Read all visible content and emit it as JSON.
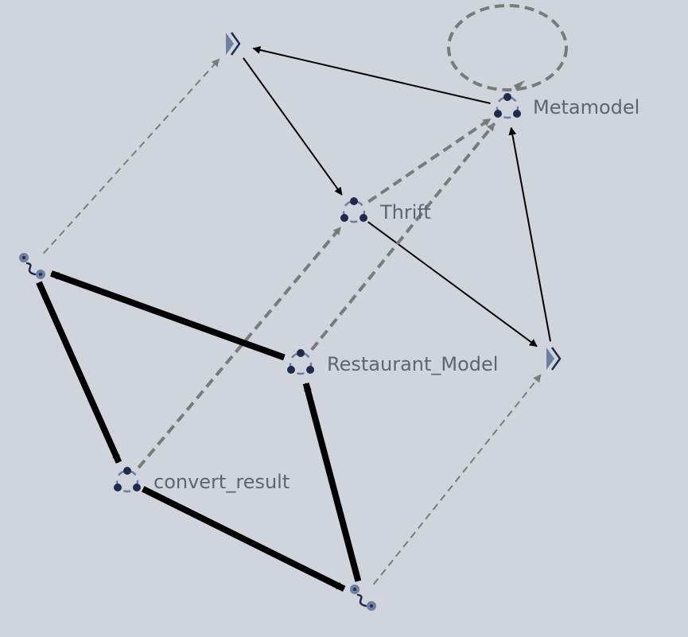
{
  "colors": {
    "background": "#d0d5dd",
    "edge_solid": "#000000",
    "edge_dashed": "#7a7a7a",
    "node_dark": "#1f2a4d",
    "node_ring": "#6e7ea0",
    "label": "#5f6470"
  },
  "nodes": [
    {
      "id": "metamodel",
      "kind": "model-node",
      "icon": "triad-node-icon",
      "label": "Metamodel"
    },
    {
      "id": "thrift",
      "kind": "model-node",
      "icon": "triad-node-icon",
      "label": "Thrift"
    },
    {
      "id": "restaurant",
      "kind": "model-node",
      "icon": "triad-node-icon",
      "label": "Restaurant_Model"
    },
    {
      "id": "convert",
      "kind": "model-node",
      "icon": "triad-node-icon",
      "label": "convert_result"
    },
    {
      "id": "chevron_top",
      "kind": "chevron-node",
      "icon": "chevron-right-icon",
      "label": ""
    },
    {
      "id": "chevron_right",
      "kind": "chevron-node",
      "icon": "chevron-right-icon",
      "label": ""
    },
    {
      "id": "route_left",
      "kind": "route-node",
      "icon": "route-icon",
      "label": ""
    },
    {
      "id": "route_bottom",
      "kind": "route-node",
      "icon": "route-icon",
      "label": ""
    }
  ],
  "edges": [
    {
      "from": "metamodel",
      "to": "chevron_top",
      "style": "solid",
      "weight": "thin"
    },
    {
      "from": "chevron_top",
      "to": "thrift",
      "style": "solid",
      "weight": "thin"
    },
    {
      "from": "thrift",
      "to": "chevron_right",
      "style": "solid",
      "weight": "thin"
    },
    {
      "from": "chevron_right",
      "to": "metamodel",
      "style": "solid",
      "weight": "thin"
    },
    {
      "from": "metamodel",
      "to": "metamodel",
      "style": "dashed",
      "weight": "medium"
    },
    {
      "from": "thrift",
      "to": "metamodel",
      "style": "dashed",
      "weight": "medium"
    },
    {
      "from": "restaurant",
      "to": "metamodel",
      "style": "dashed",
      "weight": "medium"
    },
    {
      "from": "convert",
      "to": "thrift",
      "style": "dashed",
      "weight": "medium"
    },
    {
      "from": "route_left",
      "to": "chevron_top",
      "style": "dashed",
      "weight": "thin"
    },
    {
      "from": "route_bottom",
      "to": "chevron_right",
      "style": "dashed",
      "weight": "thin"
    },
    {
      "from": "restaurant",
      "to": "route_left",
      "style": "solid",
      "weight": "thick"
    },
    {
      "from": "route_left",
      "to": "convert",
      "style": "solid",
      "weight": "thick"
    },
    {
      "from": "convert",
      "to": "route_bottom",
      "style": "solid",
      "weight": "thick"
    },
    {
      "from": "route_bottom",
      "to": "restaurant",
      "style": "solid",
      "weight": "thick"
    }
  ]
}
